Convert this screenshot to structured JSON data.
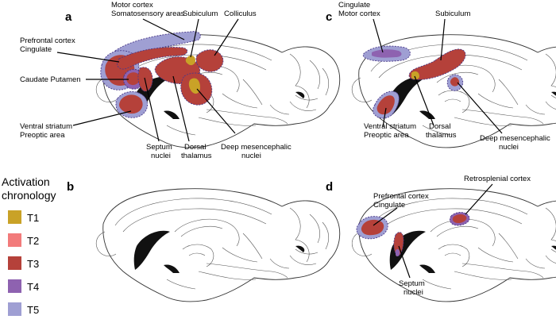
{
  "legend": {
    "title_line1": "Activation",
    "title_line2": "chronology",
    "items": [
      {
        "label": "T1",
        "color": "#C9A227"
      },
      {
        "label": "T2",
        "color": "#F27B7B"
      },
      {
        "label": "T3",
        "color": "#B5413A"
      },
      {
        "label": "T4",
        "color": "#8E62B0"
      },
      {
        "label": "T5",
        "color": "#9F9FD3"
      }
    ]
  },
  "panels": {
    "a": {
      "letter": "a",
      "labels": {
        "motor_1": "Motor cortex",
        "motor_2": "Somatosensory areas",
        "subiculum": "Subiculum",
        "colliculus": "Colliculus",
        "prefrontal_1": "Prefrontal cortex",
        "prefrontal_2": "Cingulate",
        "caudate": "Caudate Putamen",
        "ventral_1": "Ventral striatum",
        "ventral_2": "Preoptic area",
        "septum_1": "Septum",
        "septum_2": "nuclei",
        "dorsal_1": "Dorsal",
        "dorsal_2": "thalamus",
        "deep_1": "Deep mesencephalic",
        "deep_2": "nuclei"
      }
    },
    "b": {
      "letter": "b"
    },
    "c": {
      "letter": "c",
      "labels": {
        "cing_1": "Cingulate",
        "cing_2": "Motor cortex",
        "subiculum": "Subiculum",
        "ventral_1": "Ventral striatum",
        "ventral_2": "Preoptic area",
        "dorsal_1": "Dorsal",
        "dorsal_2": "thalamus",
        "deep_1": "Deep mesencephalic",
        "deep_2": "nuclei"
      }
    },
    "d": {
      "letter": "d",
      "labels": {
        "prefrontal_1": "Prefrontal cortex",
        "prefrontal_2": "Cingulate",
        "retro": "Retrosplenial cortex",
        "septum_1": "Septum",
        "septum_2": "nuclei"
      }
    }
  }
}
